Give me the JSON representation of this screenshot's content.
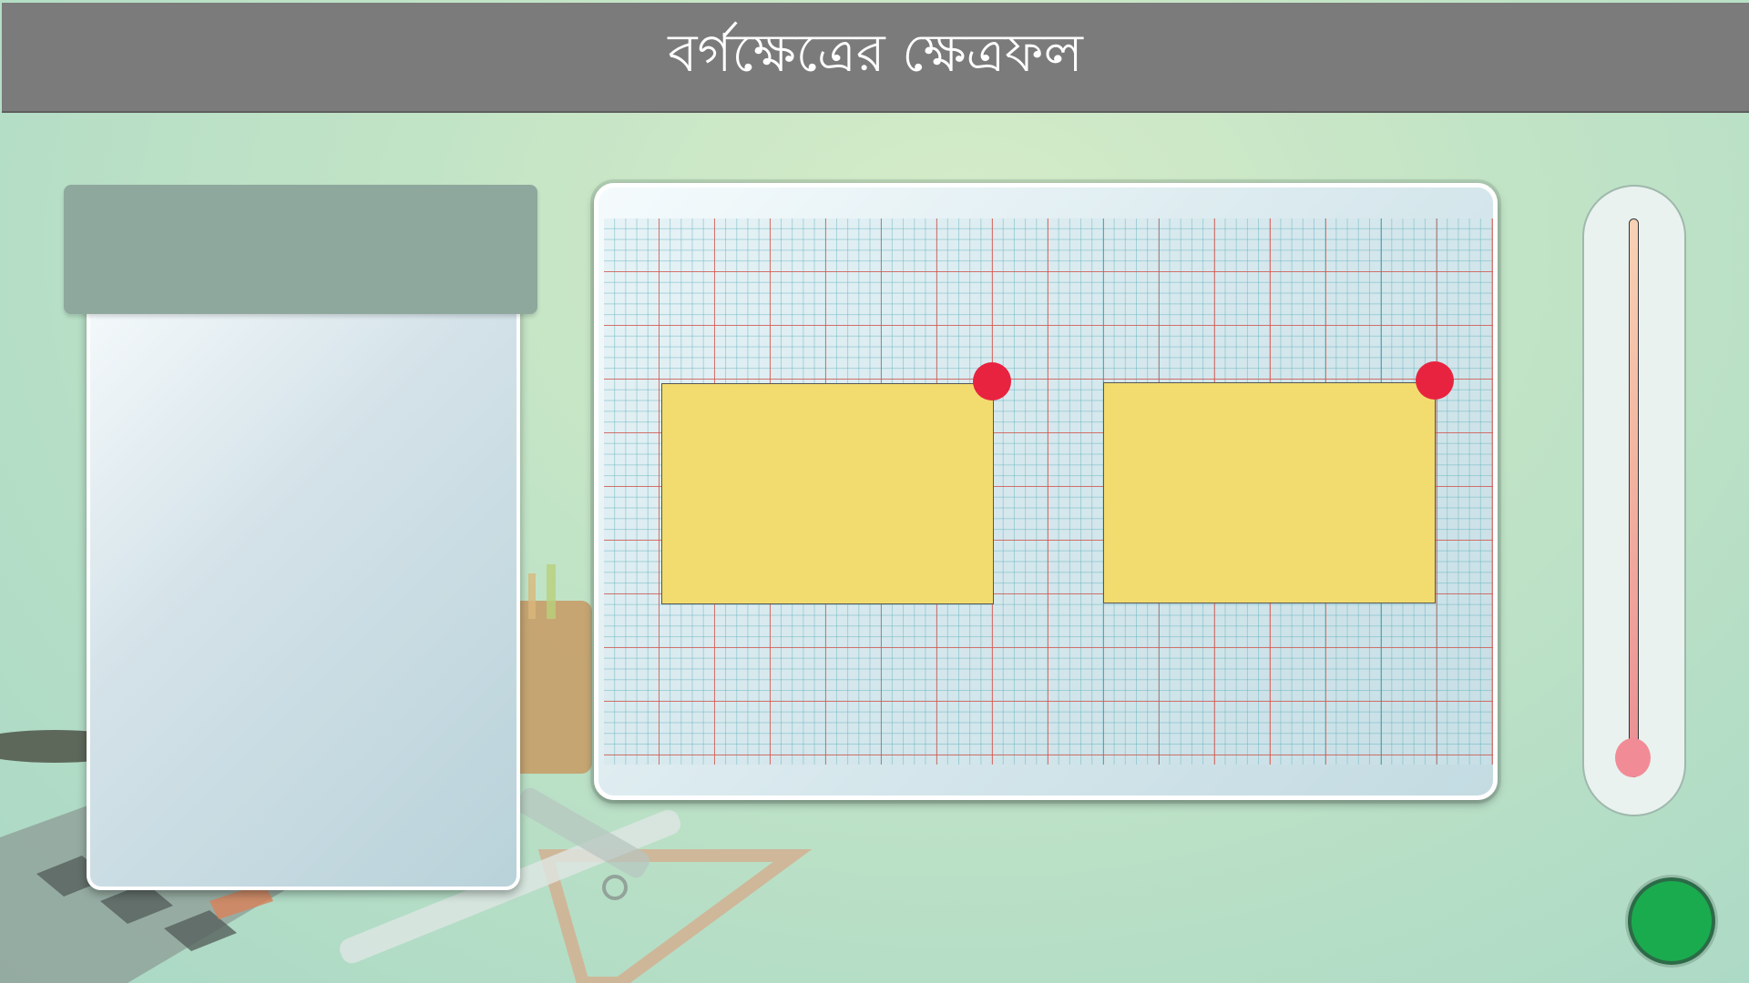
{
  "header": {
    "title": "বর্গক্ষেত্রের ক্ষেত্রফল"
  },
  "colors": {
    "title_bar": "#7b7b7b",
    "panel_header": "#8fa89d",
    "rectangle_fill": "#f3dc6f",
    "handle": "#e8233f",
    "thermometer_bulb": "#f18c97",
    "round_button": "#1aab4e",
    "grid_major_line": "#e15046",
    "grid_minor_line": "#5aafb9"
  },
  "icons": {
    "resize_handles": "red-circle-handle",
    "slider_knob": "pink-circle-knob",
    "action_button": "green-circle-button"
  },
  "slider": {
    "level": 0.0
  }
}
